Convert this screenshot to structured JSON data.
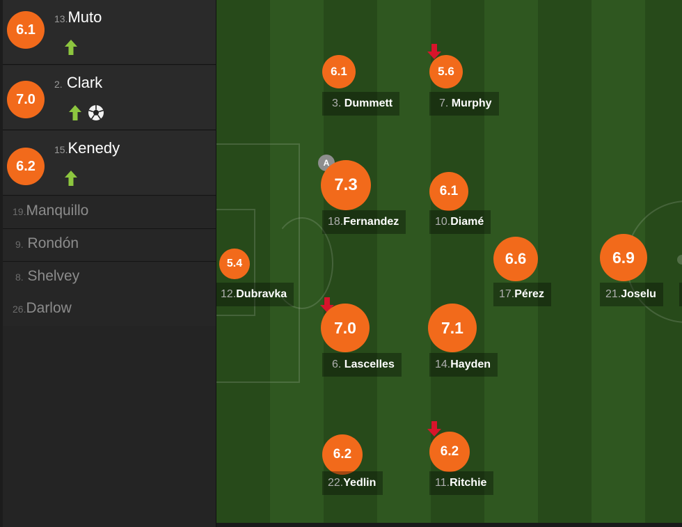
{
  "substitutes_in": [
    {
      "number": "13.",
      "name": "Muto",
      "rating": "6.1",
      "icons": [
        "sub-in-arrow-icon"
      ]
    },
    {
      "number": "2.",
      "name": "Clark",
      "rating": "7.0",
      "icons": [
        "sub-in-arrow-icon",
        "goal-ball-icon"
      ]
    },
    {
      "number": "15.",
      "name": "Kenedy",
      "rating": "6.2",
      "icons": [
        "sub-in-arrow-icon"
      ]
    }
  ],
  "bench": [
    {
      "number": "19.",
      "name": "Manquillo"
    },
    {
      "number": "9.",
      "name": "Rondón"
    },
    {
      "number": "8.",
      "name": "Shelvey"
    },
    {
      "number": "26.",
      "name": "Darlow"
    }
  ],
  "lineup": [
    {
      "number": "12.",
      "name": "Dubravka",
      "rating": "5.4"
    },
    {
      "number": "3.",
      "name": "Dummett",
      "rating": "6.1"
    },
    {
      "number": "7.",
      "name": "Murphy",
      "rating": "5.6",
      "subbed_off": true
    },
    {
      "number": "18.",
      "name": "Fernandez",
      "rating": "7.3",
      "captain": "A"
    },
    {
      "number": "10.",
      "name": "Diamé",
      "rating": "6.1"
    },
    {
      "number": "6.",
      "name": "Lascelles",
      "rating": "7.0",
      "subbed_off": true
    },
    {
      "number": "14.",
      "name": "Hayden",
      "rating": "7.1"
    },
    {
      "number": "22.",
      "name": "Yedlin",
      "rating": "6.2"
    },
    {
      "number": "11.",
      "name": "Ritchie",
      "rating": "6.2",
      "subbed_off": true
    },
    {
      "number": "17.",
      "name": "Pérez",
      "rating": "6.6"
    },
    {
      "number": "21.",
      "name": "Joselu",
      "rating": "6.9"
    }
  ],
  "colors": {
    "rating_bg": "#f26a1b",
    "sub_in_arrow": "#8dc63f",
    "sub_off_arrow": "#d7142b",
    "pitch_dark": "#274a1a",
    "pitch_light": "#2f5720"
  }
}
